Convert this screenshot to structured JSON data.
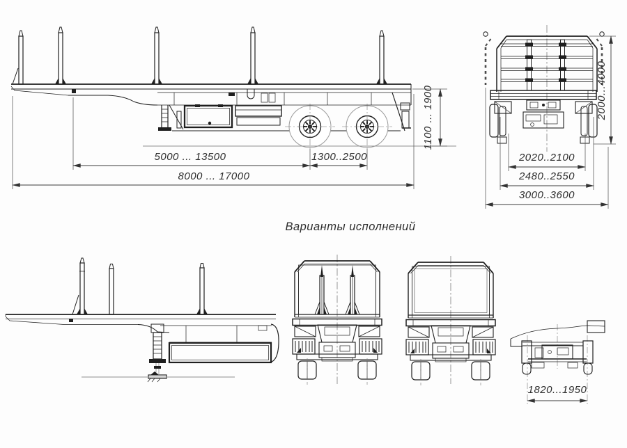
{
  "page": {
    "background": "#fdfdfd",
    "line_color": "#1f1f1f",
    "dimension_color": "#3a3a3a"
  },
  "title": "Варианты исполнений",
  "side_view": {
    "dim_kingpin_to_bogie": "5000 ... 13500",
    "dim_axle_spacing": "1300..2500",
    "dim_overall_length": "8000 ... 17000",
    "dim_loading_height": "1100 ... 1900"
  },
  "rear_view": {
    "dim_height": "2000...4000",
    "dim_stake_inner_width": "2020..2100",
    "dim_frame_width": "2480..2550",
    "dim_overall_width": "3000..3600"
  },
  "variants": {
    "axle_track": "1820...1950"
  }
}
